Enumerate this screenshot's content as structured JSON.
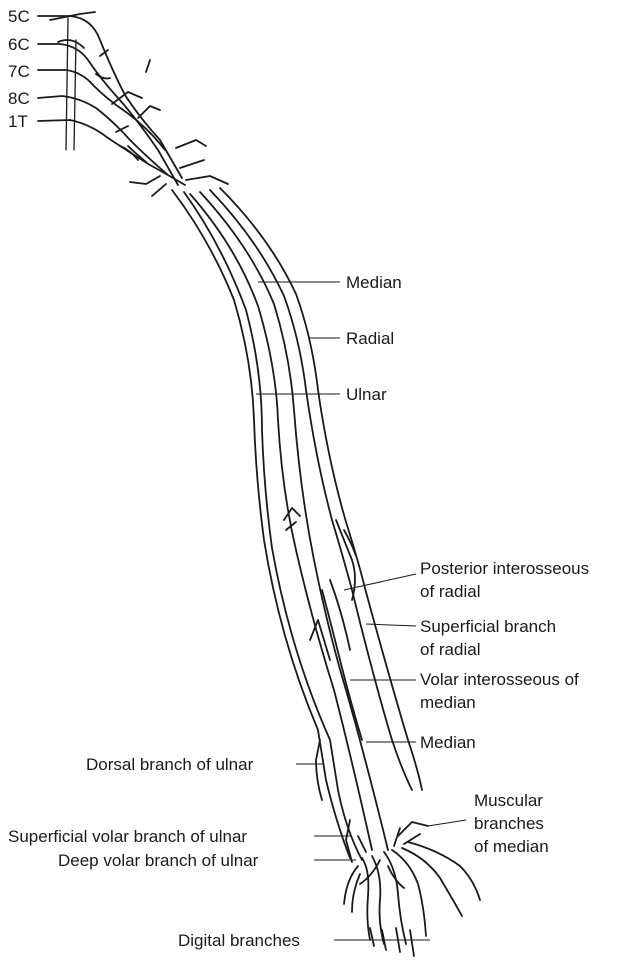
{
  "roots": [
    "5C",
    "6C",
    "7C",
    "8C",
    "1T"
  ],
  "labels": {
    "median_upper": "Median",
    "radial": "Radial",
    "ulnar": "Ulnar",
    "posterior_interosseous": [
      "Posterior interosseous",
      "of radial"
    ],
    "superficial_branch_radial": [
      "Superficial branch",
      "of radial"
    ],
    "volar_interosseous": [
      "Volar interosseous of",
      "median"
    ],
    "median_lower": "Median",
    "dorsal_branch_ulnar": "Dorsal branch of ulnar",
    "muscular_branches": [
      "Muscular",
      "branches",
      "of median"
    ],
    "superficial_volar_ulnar": "Superficial volar branch of ulnar",
    "deep_volar_ulnar": "Deep volar branch of ulnar",
    "digital_branches": "Digital branches"
  }
}
